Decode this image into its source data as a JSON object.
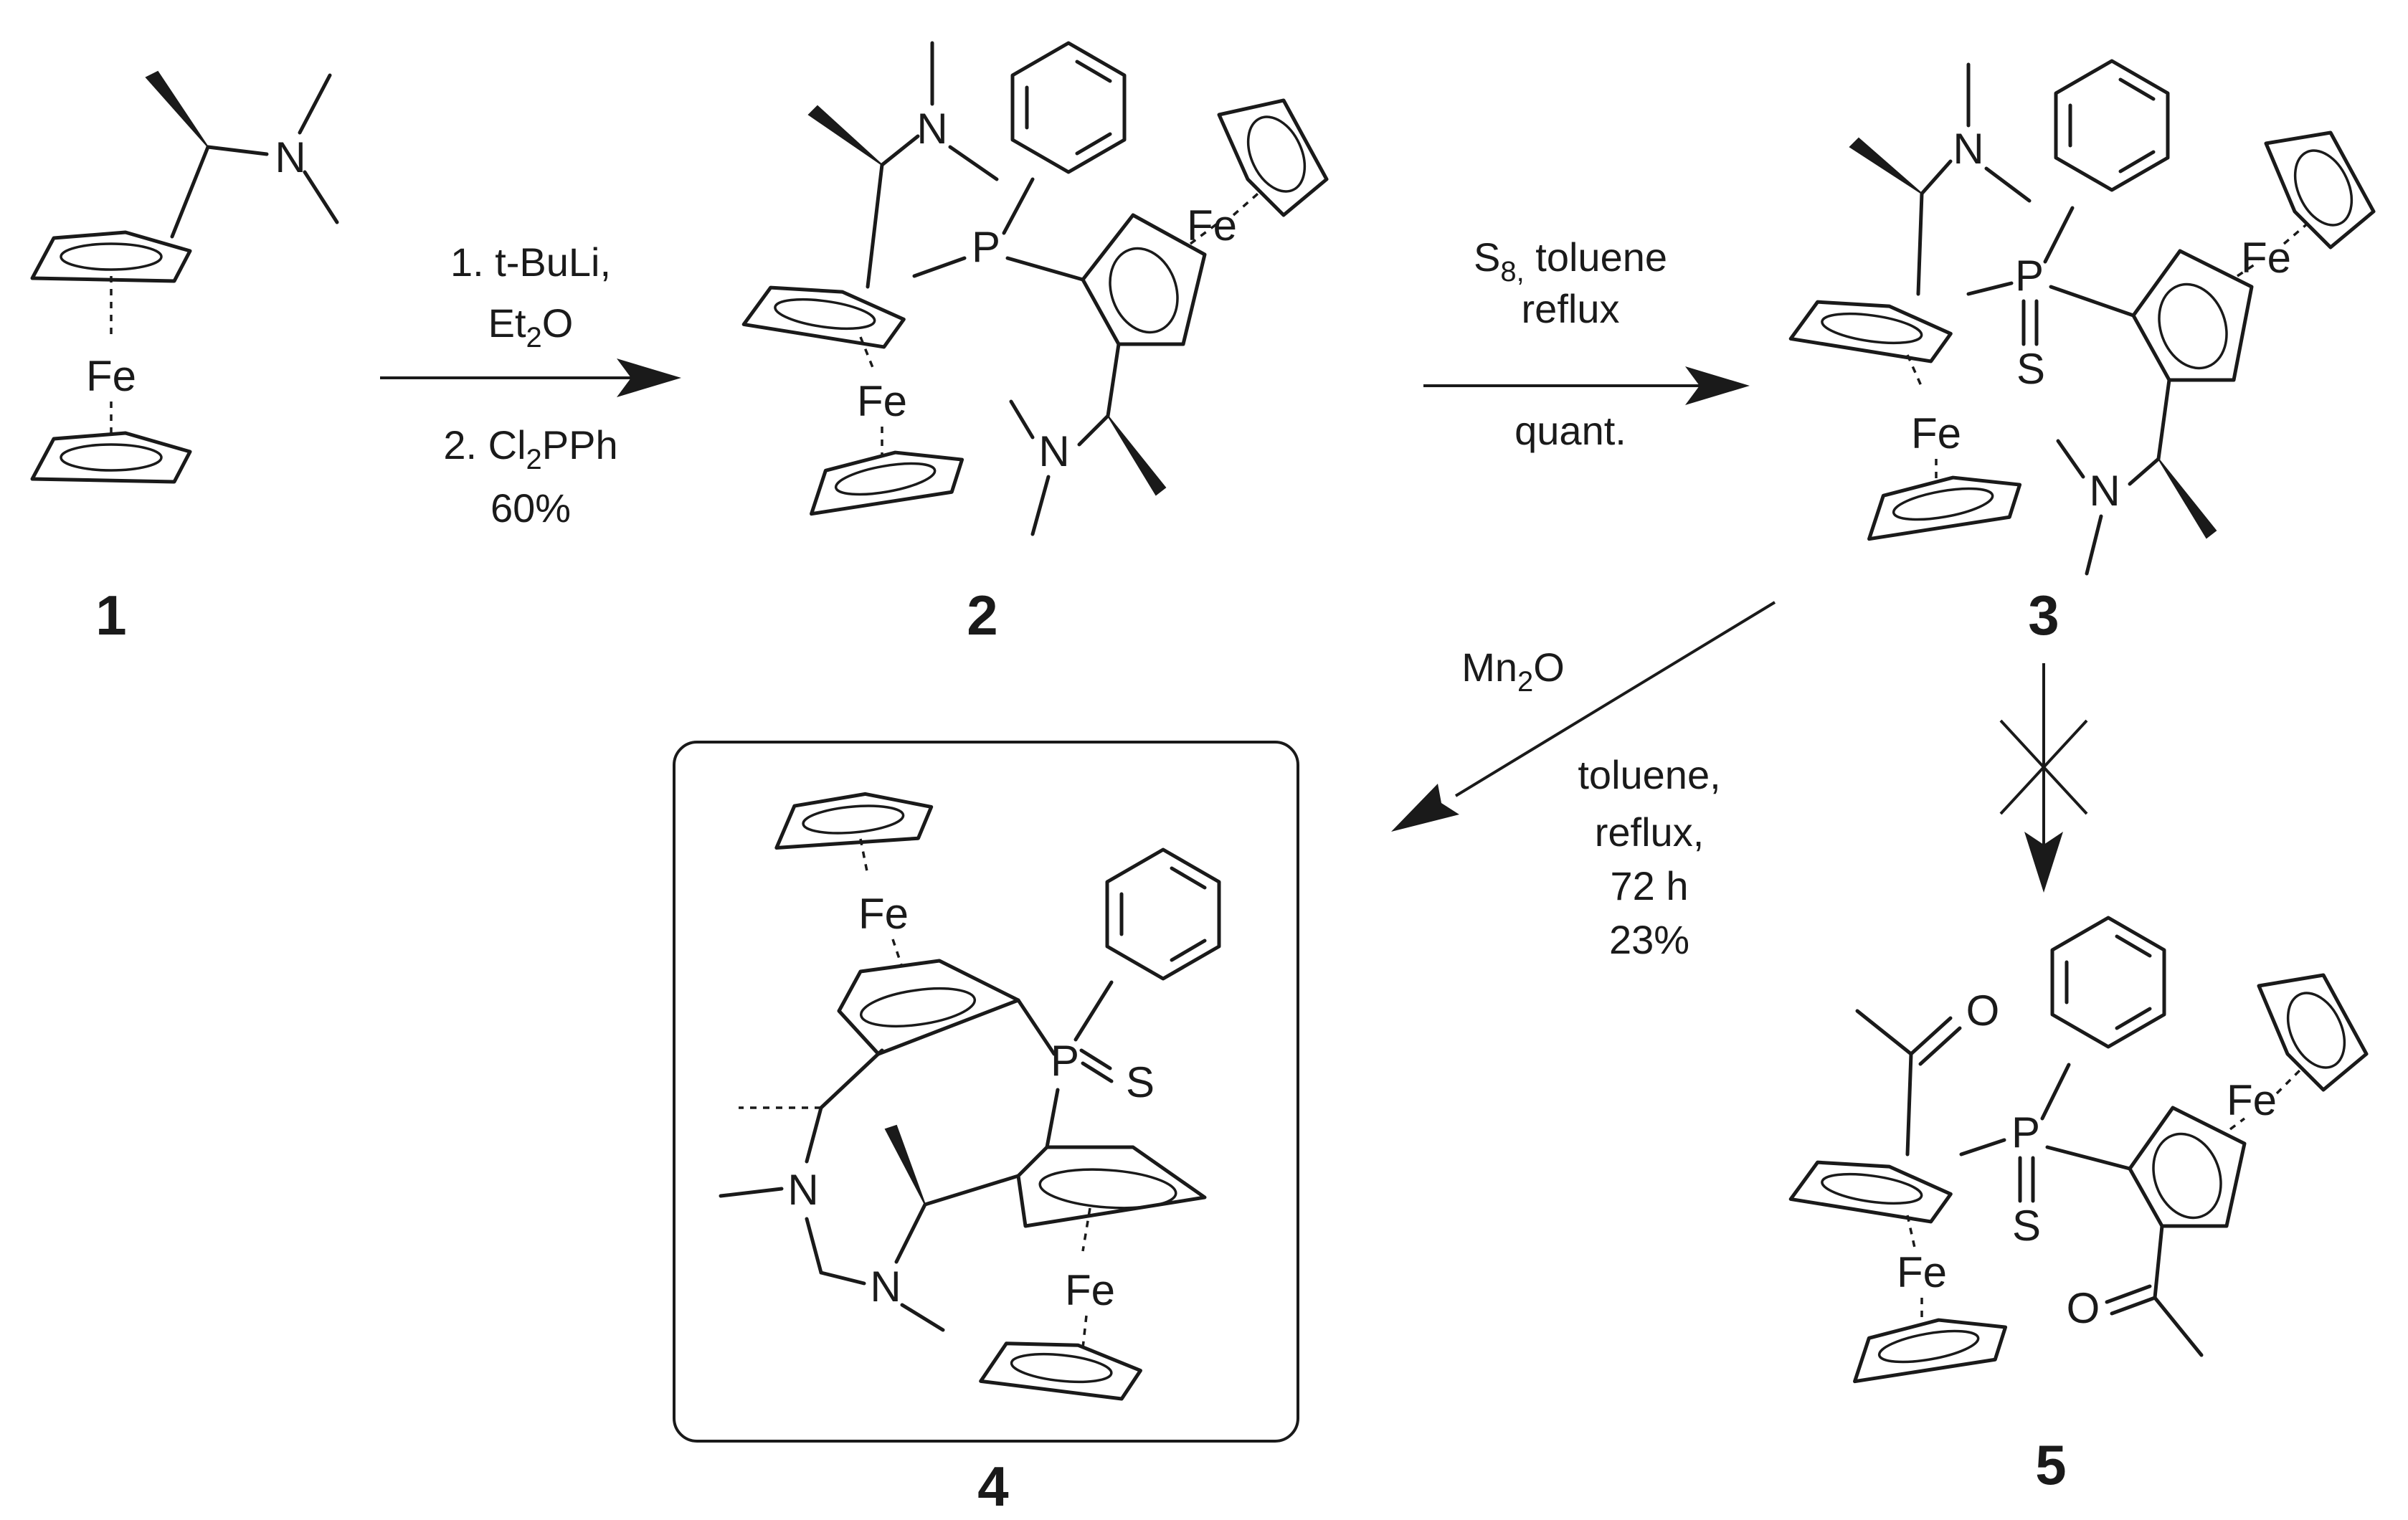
{
  "compounds": {
    "c1": "1",
    "c2": "2",
    "c3": "3",
    "c4": "4",
    "c5": "5"
  },
  "atoms": {
    "fe": "Fe",
    "n": "N",
    "p": "P",
    "s": "S",
    "o": "O"
  },
  "step1": {
    "line1": "1. t-BuLi,",
    "line2_main": "Et",
    "line2_sub": "2",
    "line2_tail": "O",
    "line3_main": "2. Cl",
    "line3_sub": "2",
    "line3_tail": "PPh",
    "line4": "60%"
  },
  "step2": {
    "line1_main": "S",
    "line1_sub": "8,",
    "line1_tail": " toluene",
    "line2": "reflux",
    "line3": "quant."
  },
  "step3": {
    "reagent_main": "Mn",
    "reagent_sub": "2",
    "reagent_tail": "O",
    "line1": "toluene,",
    "line2": "reflux,",
    "line3": "72 h",
    "line4": "23%"
  }
}
